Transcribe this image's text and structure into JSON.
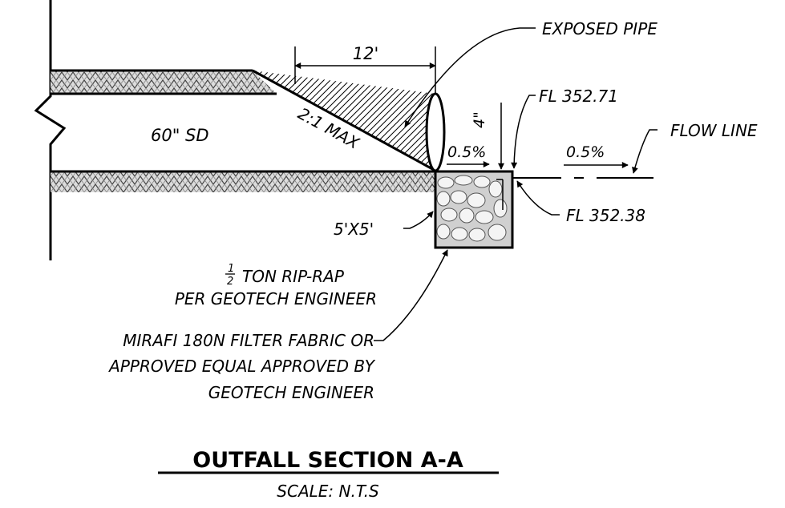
{
  "title": "OUTFALL SECTION A-A",
  "scale": "SCALE: N.T.S",
  "labels": {
    "pipe": "60\" SD",
    "slope": "2:1 MAX",
    "dimension": "12'",
    "exposed_pipe": "EXPOSED PIPE",
    "fl_top": "FL 352.71",
    "fl_bottom": "FL 352.38",
    "flow_line": "FLOW LINE",
    "grade_left": "0.5%",
    "grade_right": "0.5%",
    "drop": "4\"",
    "riprap_size": "5'X5'",
    "riprap_frac_num": "1",
    "riprap_frac_den": "2",
    "riprap_line1": "TON RIP-RAP",
    "riprap_line2": "PER GEOTECH ENGINEER",
    "fabric_line1": "MIRAFI 180N FILTER FABRIC OR",
    "fabric_line2": "APPROVED EQUAL APPROVED BY",
    "fabric_line3": "GEOTECH ENGINEER"
  }
}
